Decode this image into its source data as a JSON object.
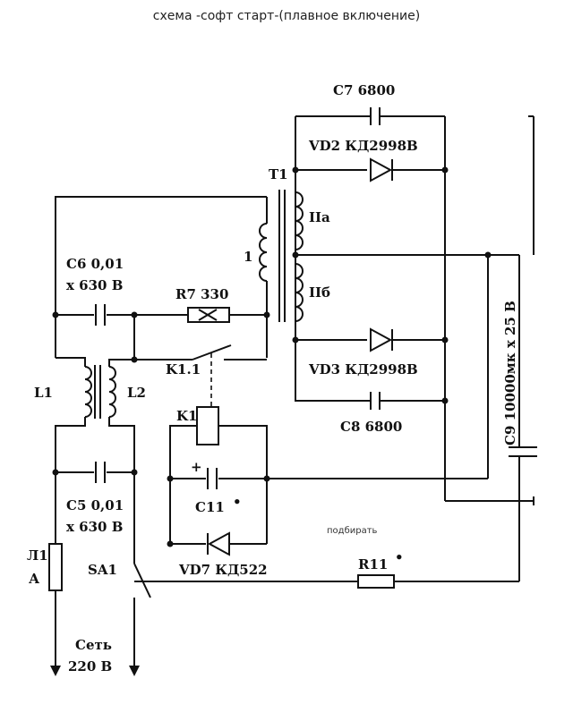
{
  "title": "схема -софт старт-(плавное включение)",
  "note": "подбирать",
  "labels": {
    "c7": "C7 6800",
    "vd2": "VD2 КД2998В",
    "t1": "T1",
    "winding_1": "1",
    "winding_2a": "IIа",
    "winding_2b": "IIб",
    "c6_a": "C6 0,01",
    "c6_b": "x 630 В",
    "r7": "R7 330",
    "k11": "K1.1",
    "l1": "L1",
    "l2": "L2",
    "vd3": "VD3 КД2998В",
    "k1": "K1",
    "c8": "C8 6800",
    "c9": "C9 10000мк x 25 В",
    "c11": "C11",
    "c5_a": "C5 0,01",
    "c5_b": "x 630 В",
    "h1_a": "Л1",
    "h1_b": "А",
    "sa1": "SA1",
    "vd7": "VD7 КД522",
    "r11": "R11",
    "mains_a": "Сеть",
    "mains_b": "220 В"
  }
}
